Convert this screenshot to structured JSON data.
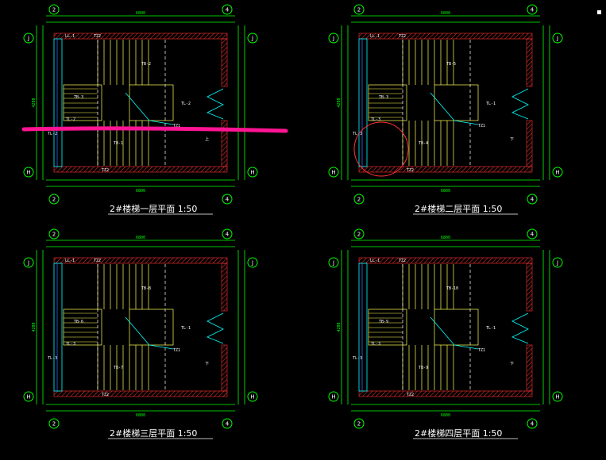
{
  "colors": {
    "background": "#000000",
    "dimension": "#00ff00",
    "wall": "#ff3333",
    "stair": "#ffff55",
    "annotation": "#00ffff",
    "text": "#ffffff",
    "highlight": "#ff1493"
  },
  "axis_labels": {
    "left_top": "J",
    "left_bottom": "H",
    "top_left": "2",
    "top_right": "4"
  },
  "plans": [
    {
      "title": "2#楼梯一层平面 1:50",
      "labels": {
        "beam_top": "TZ2",
        "beam_bottom": "TZ2",
        "ll1": "LL-1",
        "tb2": "TB-2",
        "tb1": "TB-1",
        "tb3": "TB-3",
        "tl2a": "TL-2",
        "tl2b": "TL-2",
        "tl2c": "TL-2",
        "tz1": "TZ1",
        "dim_top": "6800",
        "dim_bottom": "6800",
        "dim_left": "4200",
        "up": "上"
      }
    },
    {
      "title": "2#楼梯二层平面 1:50",
      "labels": {
        "beam_top": "TZ2",
        "beam_bottom": "TZ2",
        "ll1": "LL-1",
        "tb2": "TB-5",
        "tb1": "TB-4",
        "tb3": "TB-3",
        "tl2a": "TL-3",
        "tl2b": "TL-1",
        "tl2c": "TL-3",
        "tz1": "TZ1",
        "dim_top": "6800",
        "dim_bottom": "6800",
        "dim_left": "4200",
        "up": "下"
      }
    },
    {
      "title": "2#楼梯三层平面 1:50",
      "labels": {
        "beam_top": "TZ2",
        "beam_bottom": "TZ2",
        "ll1": "LL-1",
        "tb2": "TB-8",
        "tb1": "TB-7",
        "tb3": "TB-6",
        "tl2a": "TL-3",
        "tl2b": "TL-1",
        "tl2c": "TL-3",
        "tz1": "TZ1",
        "dim_top": "6800",
        "dim_bottom": "6800",
        "dim_left": "4200",
        "up": "下"
      }
    },
    {
      "title": "2#楼梯四层平面 1:50",
      "labels": {
        "beam_top": "TZ2",
        "beam_bottom": "TZ2",
        "ll1": "LL-1",
        "tb2": "TB-10",
        "tb1": "TB-9",
        "tb3": "TB-9",
        "tl2a": "TL-3",
        "tl2b": "TL-1",
        "tl2c": "TL-3",
        "tz1": "TZ1",
        "dim_top": "6800",
        "dim_bottom": "6800",
        "dim_left": "4200",
        "up": "下"
      }
    }
  ]
}
